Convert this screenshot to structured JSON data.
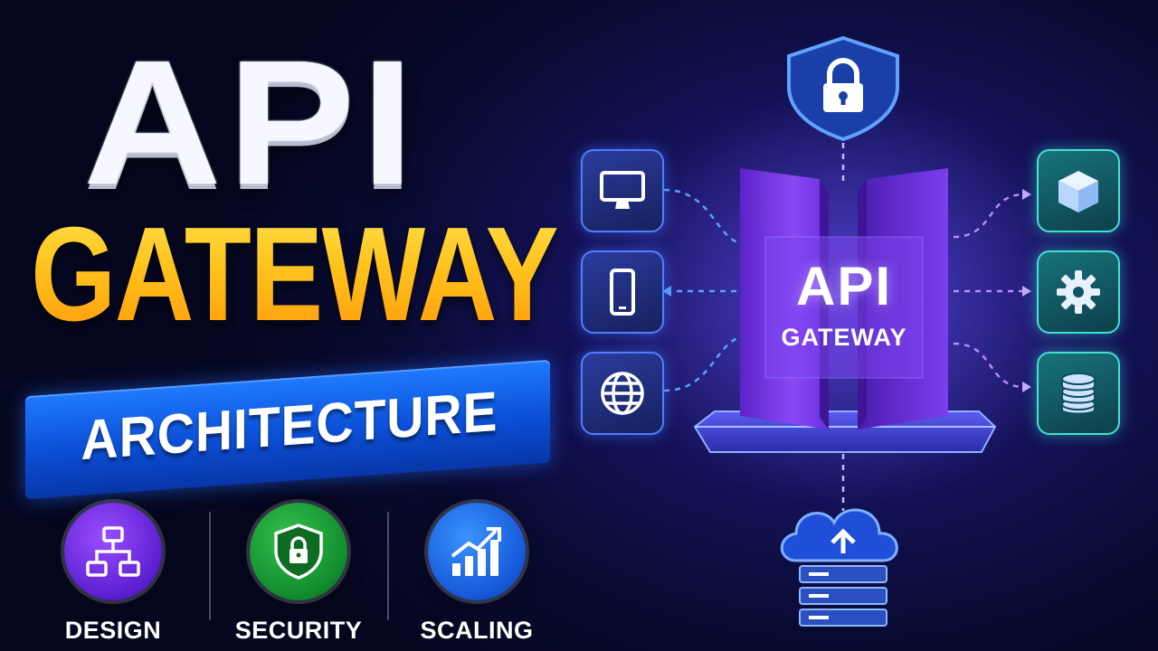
{
  "headline": {
    "line1": "API",
    "line2": "GATEWAY",
    "banner": "ARCHITECTURE"
  },
  "features": [
    {
      "label": "DESIGN",
      "icon": "hierarchy-icon"
    },
    {
      "label": "SECURITY",
      "icon": "shield-lock-icon"
    },
    {
      "label": "SCALING",
      "icon": "growth-chart-icon"
    }
  ],
  "gateway": {
    "title": "API",
    "subtitle": "GATEWAY"
  },
  "clients": [
    "monitor-icon",
    "smartphone-icon",
    "globe-icon"
  ],
  "services": [
    "cube-icon",
    "gear-icon",
    "database-icon"
  ],
  "top_icon": "shield-lock-icon",
  "bottom_icon": "cloud-server-icon",
  "colors": {
    "headline_white": "#f7f8ff",
    "headline_gold": "#ffc21c",
    "banner_blue": "#0b4fd6",
    "gateway_purple": "#7b3cf0",
    "client_border": "#4e7dff",
    "service_border": "#43e0d4"
  }
}
